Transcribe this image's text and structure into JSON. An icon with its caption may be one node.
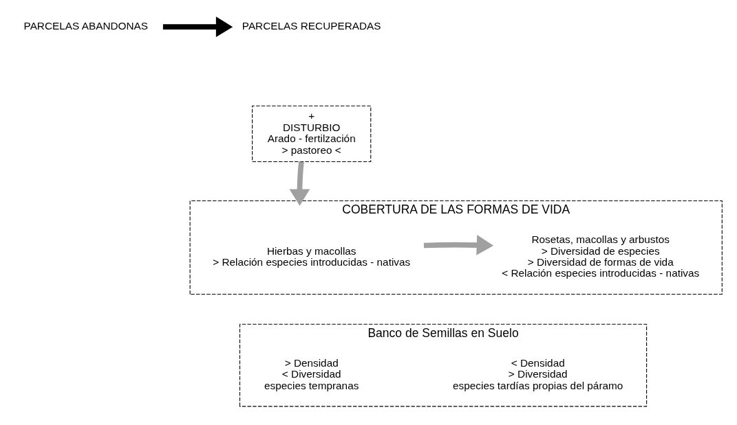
{
  "diagram": {
    "nodes": [
      {
        "text": [
          "PARCELAS ABANDONAS"
        ]
      },
      {
        "text": [
          "PARCELAS RECUPERADAS"
        ]
      },
      {
        "text": [
          "+",
          "DISTURBIO",
          "Arado - fertilzación",
          "> pastoreo <"
        ]
      },
      {
        "text": [
          "COBERTURA DE LAS FORMAS DE VIDA"
        ]
      },
      {
        "text": [
          "Hierbas y macollas",
          "> Relación especies introducidas - nativas"
        ],
        "in": 3
      },
      {
        "text": [
          "Rosetas, macollas y arbustos",
          "> Diversidad de especies",
          "> Diversidad de formas de vida",
          "< Relación especies introducidas - nativas"
        ],
        "in": 3
      },
      {
        "text": [
          "Banco de Semillas en Suelo"
        ]
      },
      {
        "text": [
          "> Densidad",
          "< Diversidad",
          "especies tempranas"
        ],
        "in": 6
      },
      {
        "text": [
          "< Densidad",
          "> Diversidad",
          "especies tardías propias del páramo"
        ],
        "in": 6
      }
    ],
    "edges": [
      {
        "from": 0,
        "to": 1,
        "arrow": "to",
        "color": "#000000"
      },
      {
        "from": 2,
        "to": 3,
        "arrow": "to"
      },
      {
        "from": 4,
        "to": 5,
        "arrow": "to"
      }
    ]
  }
}
